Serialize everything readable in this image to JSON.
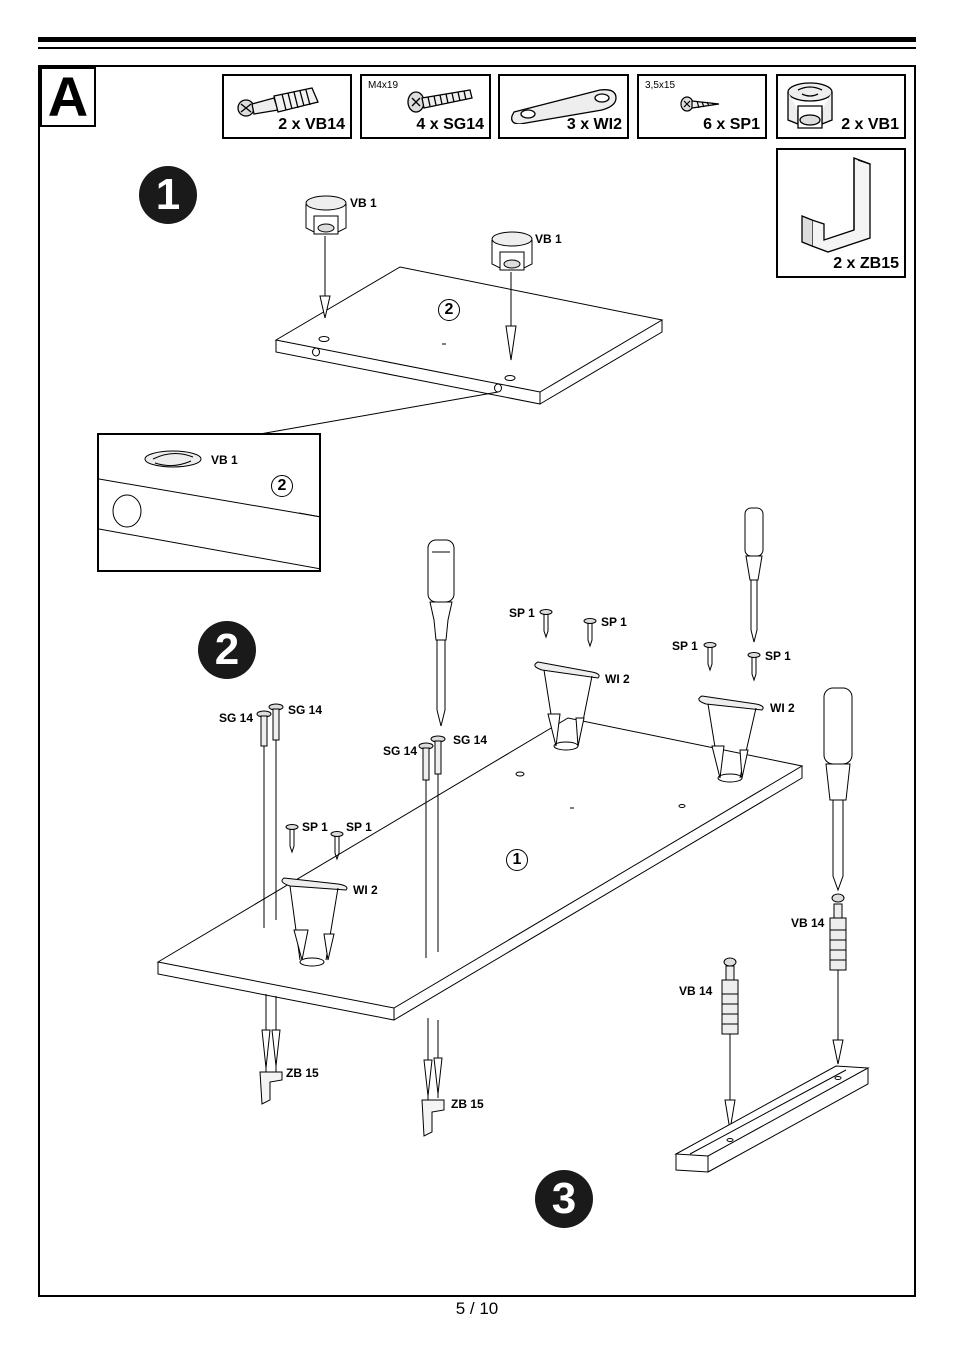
{
  "section": {
    "letter": "A"
  },
  "parts": [
    {
      "id": "vb14",
      "qty": "2 x VB14",
      "size": "",
      "icon": "cam-bolt-icon"
    },
    {
      "id": "sg14",
      "qty": "4 x SG14",
      "size": "M4x19",
      "icon": "machine-screw-icon"
    },
    {
      "id": "wi2",
      "qty": "3 x WI2",
      "size": "",
      "icon": "connector-plate-icon"
    },
    {
      "id": "sp1",
      "qty": "6 x SP1",
      "size": "3,5x15",
      "icon": "wood-screw-icon"
    },
    {
      "id": "vb1",
      "qty": "2 x VB1",
      "size": "",
      "icon": "cam-lock-icon"
    },
    {
      "id": "zb15",
      "qty": "2 x ZB15",
      "size": "",
      "icon": "hook-bracket-icon"
    }
  ],
  "steps": {
    "s1": "1",
    "s2": "2",
    "s3": "3"
  },
  "panel_refs": {
    "panel_top": "2",
    "panel_detail": "2",
    "panel_bottom": "1"
  },
  "labels": {
    "vb1_a": "VB 1",
    "vb1_b": "VB 1",
    "vb1_detail": "VB 1",
    "sp1_a": "SP 1",
    "sp1_b": "SP 1",
    "sp1_c": "SP 1",
    "sp1_d": "SP 1",
    "sp1_e": "SP 1",
    "sp1_f": "SP 1",
    "wi2_a": "WI 2",
    "wi2_b": "WI 2",
    "wi2_c": "WI 2",
    "sg14_a": "SG 14",
    "sg14_b": "SG 14",
    "sg14_c": "SG 14",
    "sg14_d": "SG 14",
    "vb14_a": "VB 14",
    "vb14_b": "VB 14",
    "zb15_a": "ZB 15",
    "zb15_b": "ZB 15"
  },
  "footer": {
    "page": "5 / 10"
  }
}
